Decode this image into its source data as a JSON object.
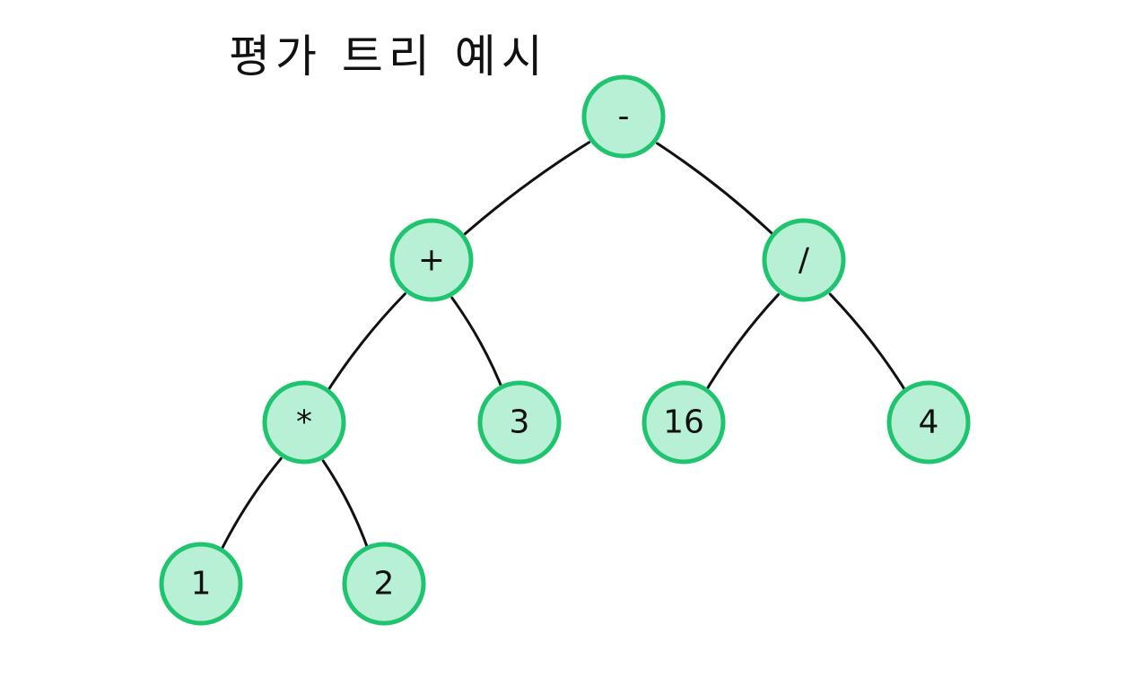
{
  "title": "평가 트리 예시",
  "colors": {
    "node_fill": "#b8f0d6",
    "node_stroke": "#1ec46e",
    "edge": "#111111",
    "text": "#111111"
  },
  "tree": {
    "nodes": [
      {
        "id": "root",
        "label": "-"
      },
      {
        "id": "plus",
        "label": "+"
      },
      {
        "id": "div",
        "label": "/"
      },
      {
        "id": "mul",
        "label": "*"
      },
      {
        "id": "three",
        "label": "3"
      },
      {
        "id": "sixteen",
        "label": "16"
      },
      {
        "id": "four",
        "label": "4"
      },
      {
        "id": "one",
        "label": "1"
      },
      {
        "id": "two",
        "label": "2"
      }
    ],
    "edges": [
      {
        "from": "root",
        "to": "plus"
      },
      {
        "from": "root",
        "to": "div"
      },
      {
        "from": "plus",
        "to": "mul"
      },
      {
        "from": "plus",
        "to": "three"
      },
      {
        "from": "div",
        "to": "sixteen"
      },
      {
        "from": "div",
        "to": "four"
      },
      {
        "from": "mul",
        "to": "one"
      },
      {
        "from": "mul",
        "to": "two"
      }
    ]
  }
}
